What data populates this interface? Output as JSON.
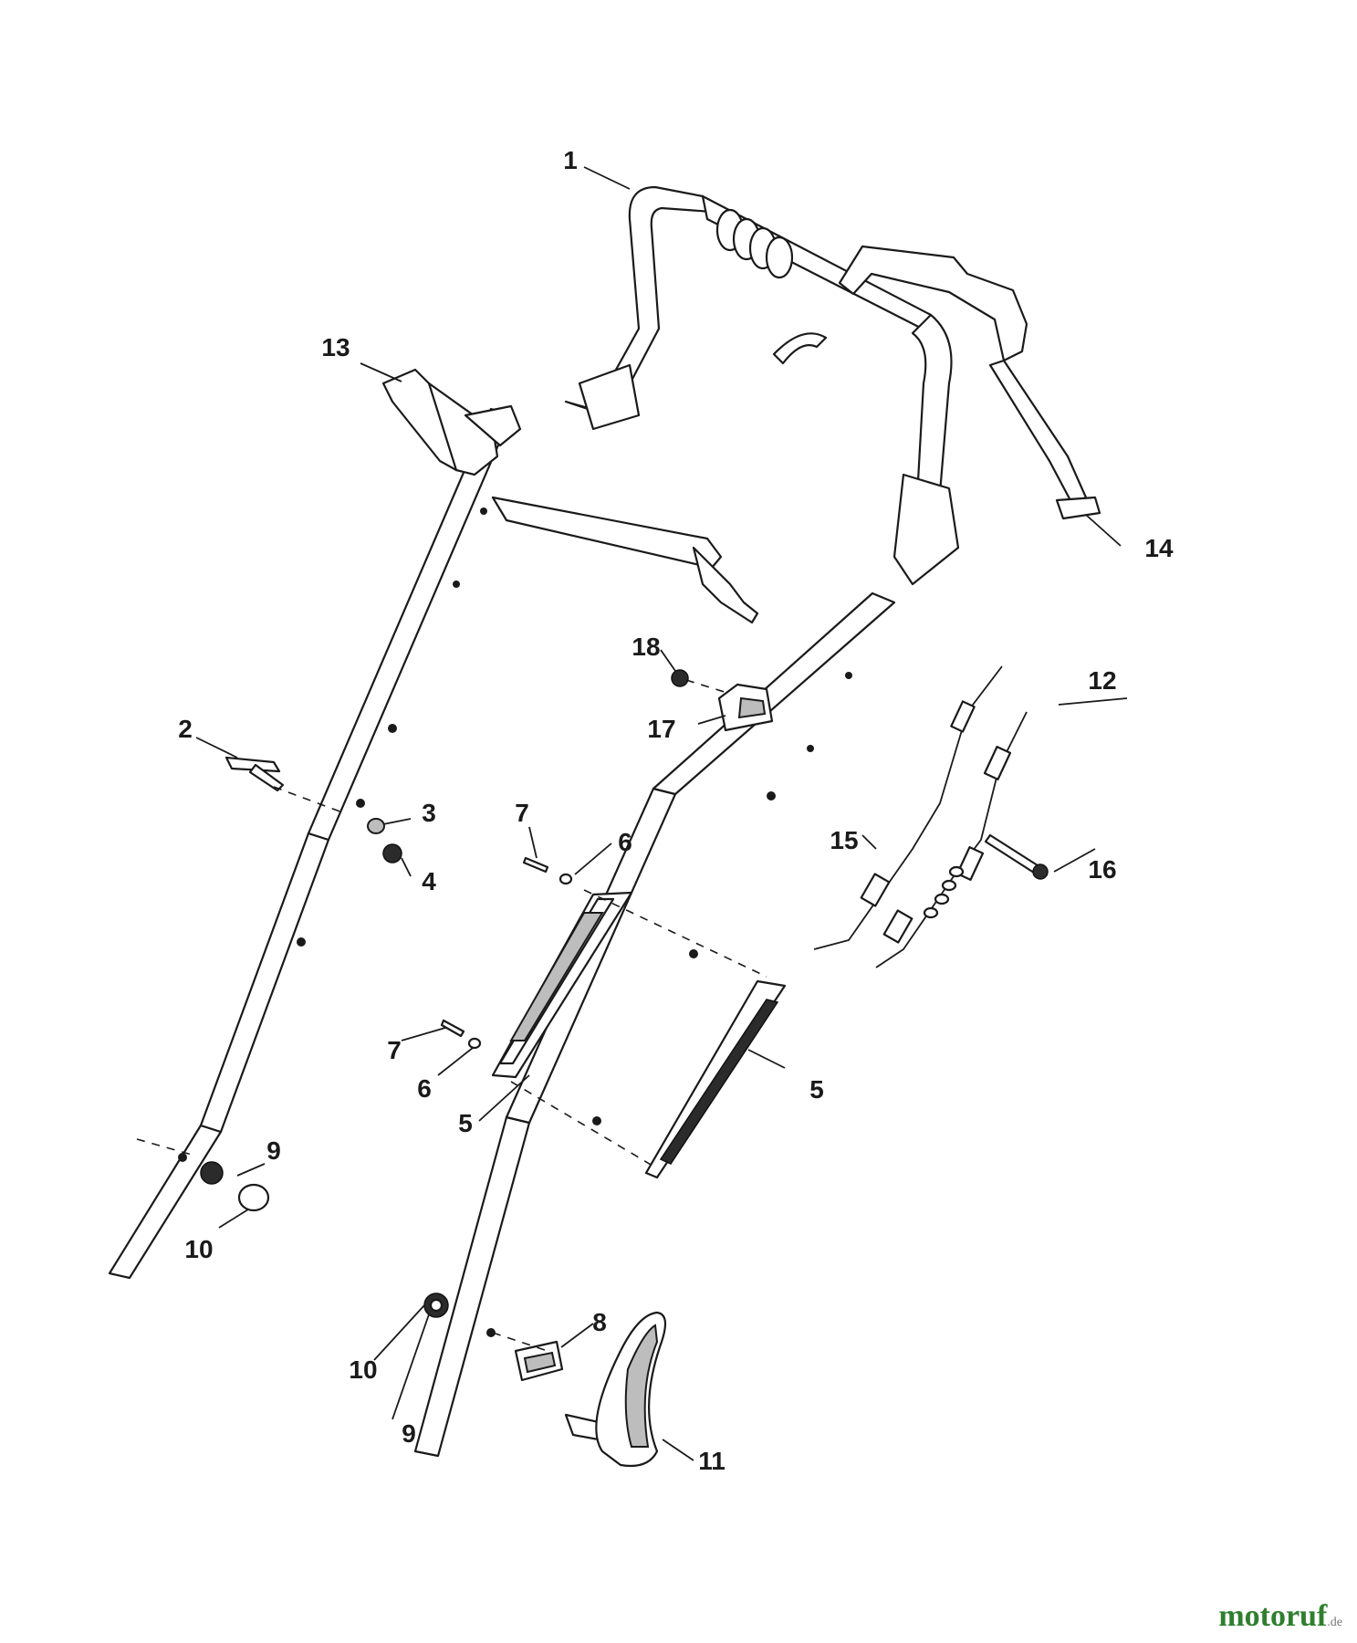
{
  "callouts": {
    "c1": "1",
    "c2": "2",
    "c3": "3",
    "c4": "4",
    "c5a": "5",
    "c5b": "5",
    "c6a": "6",
    "c6b": "6",
    "c7a": "7",
    "c7b": "7",
    "c8": "8",
    "c9a": "9",
    "c9b": "9",
    "c10a": "10",
    "c10b": "10",
    "c11": "11",
    "c12": "12",
    "c13": "13",
    "c14": "14",
    "c15": "15",
    "c16": "16",
    "c17": "17",
    "c18": "18"
  },
  "watermark": {
    "brand": "motoruf",
    "tld": ".de"
  }
}
